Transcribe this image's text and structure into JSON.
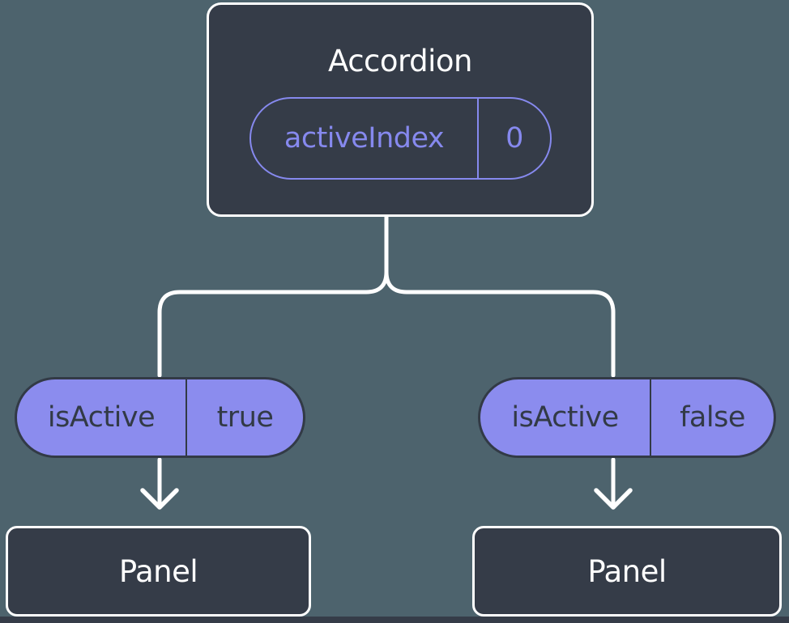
{
  "diagram": {
    "type": "component-state-tree",
    "colors": {
      "background": "#4d636d",
      "node_fill": "#353c48",
      "node_border": "#ffffff",
      "accent_purple": "#8689ee",
      "pill_fill": "#8b8cee",
      "dark_text": "#323a46",
      "connector": "#ffffff"
    },
    "root": {
      "title": "Accordion",
      "state": {
        "name": "activeIndex",
        "value": "0"
      }
    },
    "children": [
      {
        "prop": {
          "name": "isActive",
          "value": "true"
        },
        "node": {
          "title": "Panel"
        }
      },
      {
        "prop": {
          "name": "isActive",
          "value": "false"
        },
        "node": {
          "title": "Panel"
        }
      }
    ]
  }
}
